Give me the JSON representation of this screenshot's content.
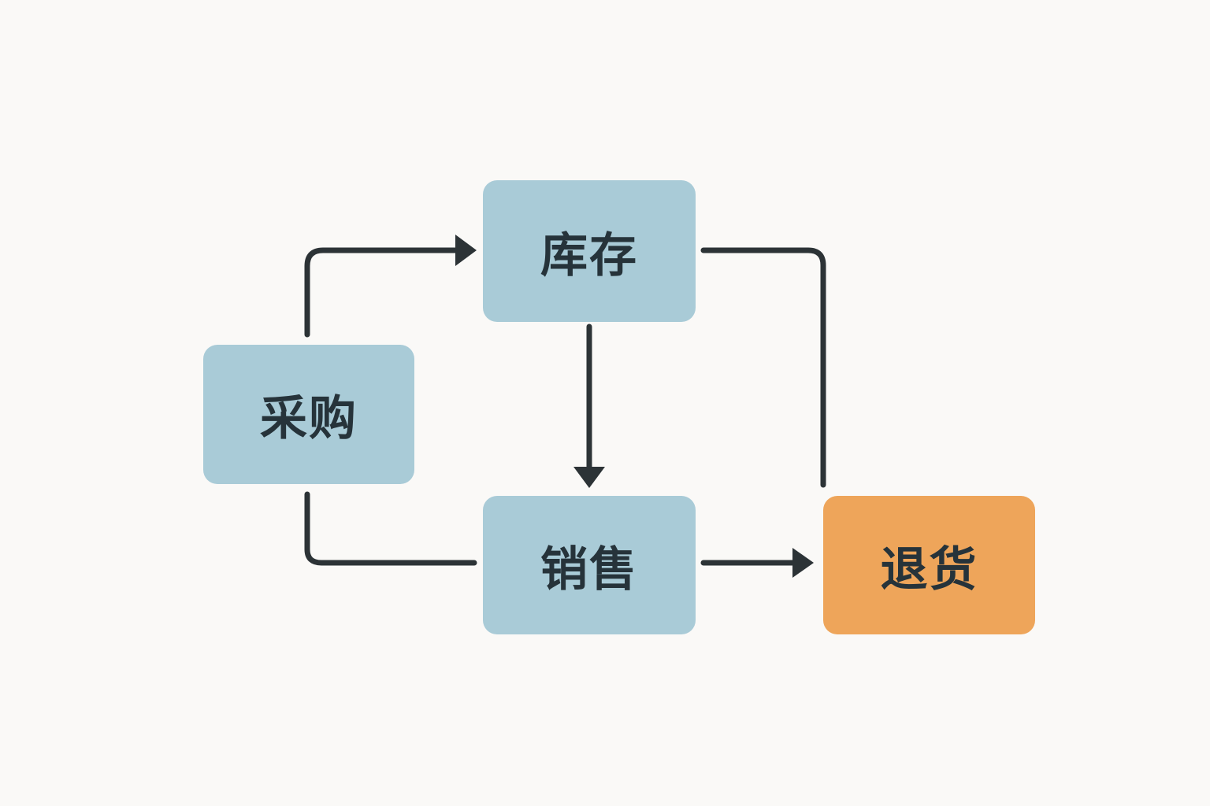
{
  "colors": {
    "background": "#faf9f7",
    "node_default": "#a9cbd7",
    "node_highlight": "#eea55a",
    "edge": "#2c3336",
    "text": "#26333a"
  },
  "nodes": [
    {
      "id": "purchase",
      "label": "采购",
      "color": "#a9cbd7"
    },
    {
      "id": "inventory",
      "label": "库存",
      "color": "#a9cbd7"
    },
    {
      "id": "sales",
      "label": "销售",
      "color": "#a9cbd7"
    },
    {
      "id": "returns",
      "label": "退货",
      "color": "#eea55a"
    }
  ],
  "edges": [
    {
      "from": "purchase",
      "to": "inventory",
      "arrow": true
    },
    {
      "from": "inventory",
      "to": "sales",
      "arrow": true
    },
    {
      "from": "sales",
      "to": "returns",
      "arrow": true
    },
    {
      "from": "purchase",
      "to": "sales",
      "arrow": false
    },
    {
      "from": "inventory",
      "to": "returns",
      "arrow": false
    }
  ]
}
